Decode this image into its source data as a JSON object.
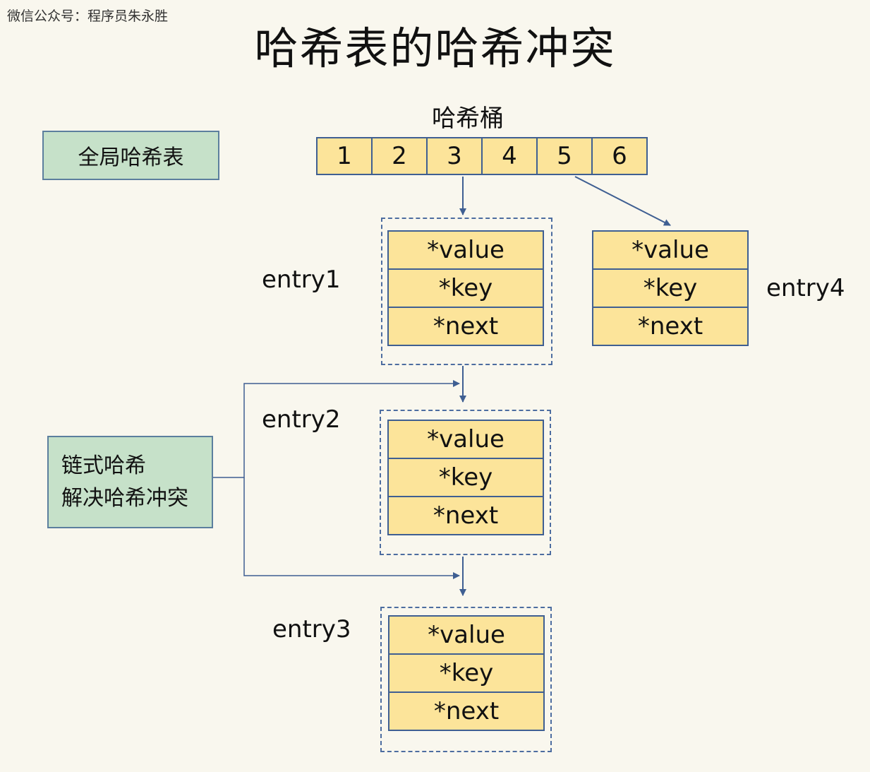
{
  "watermark": "微信公众号：程序员朱永胜",
  "title": "哈希表的哈希冲突",
  "bucket_label": "哈希桶",
  "global_table_label": "全局哈希表",
  "chain_label_line1": "链式哈希",
  "chain_label_line2": "解决哈希冲突",
  "buckets": [
    "1",
    "2",
    "3",
    "4",
    "5",
    "6"
  ],
  "entries": [
    {
      "label": "entry1",
      "fields": [
        "*value",
        "*key",
        "*next"
      ]
    },
    {
      "label": "entry2",
      "fields": [
        "*value",
        "*key",
        "*next"
      ]
    },
    {
      "label": "entry3",
      "fields": [
        "*value",
        "*key",
        "*next"
      ]
    },
    {
      "label": "entry4",
      "fields": [
        "*value",
        "*key",
        "*next"
      ]
    }
  ],
  "colors": {
    "background": "#f9f7ee",
    "cell_fill": "#fce49a",
    "green_fill": "#c6e1c9",
    "line": "#3f5f92"
  }
}
